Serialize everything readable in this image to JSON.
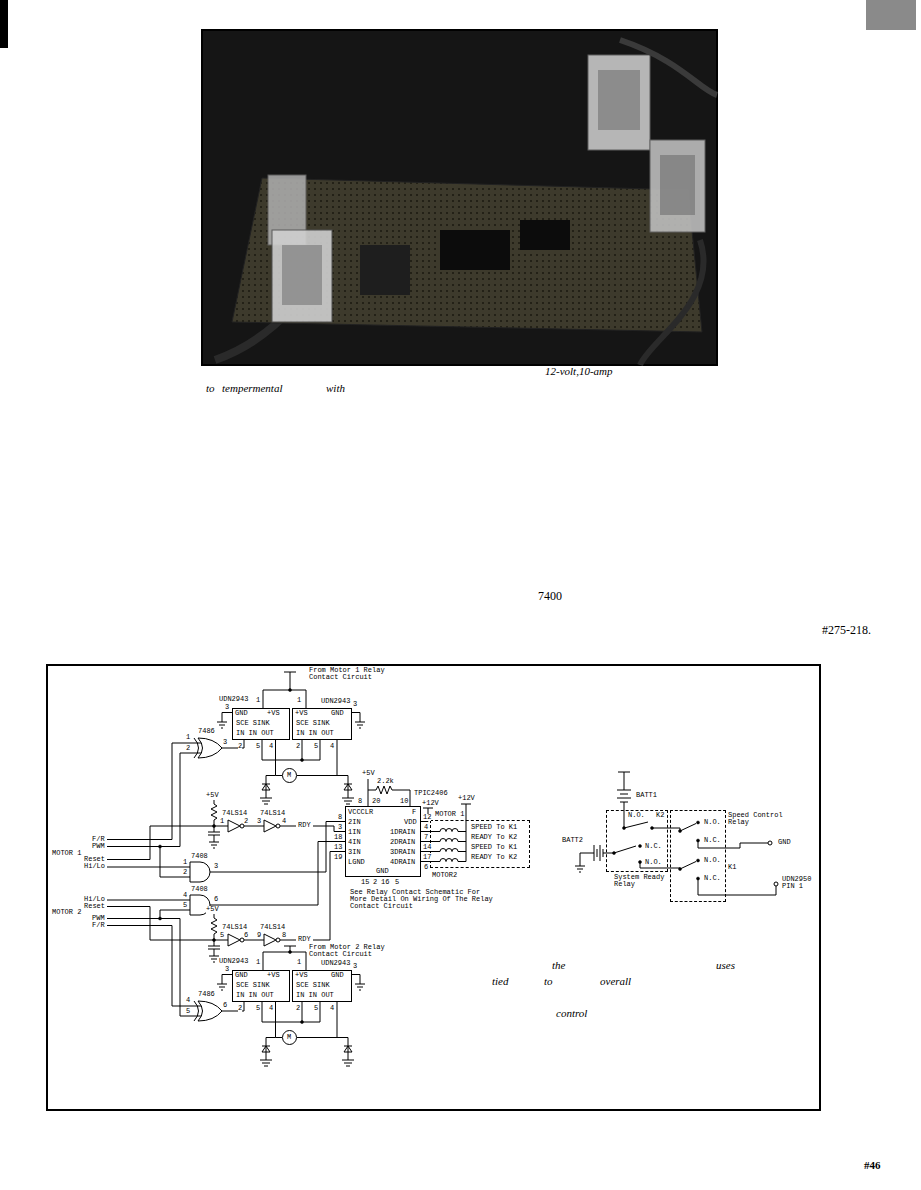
{
  "diagram": {
    "nodes": [
      {
        "text": [
          "UDN2943",
          "GND",
          "+VS",
          "SCE SINK",
          "IN IN OUT"
        ]
      },
      {
        "text": [
          "UDN2943",
          "+VS",
          "GND",
          "SCE SINK",
          "IN IN OUT"
        ]
      },
      {
        "text": [
          "M"
        ]
      },
      {
        "text": [
          "TPIC2406",
          "VCCCLR",
          "F",
          "2IN",
          "VDD",
          "1IN",
          "1DRAIN",
          "4IN",
          "2DRAIN",
          "3IN",
          "3DRAIN",
          "LGND",
          "4DRAIN",
          "GND"
        ]
      },
      {
        "text": [
          "MOTOR 1",
          "SPEED To K1",
          "READY To K2",
          "SPEED To K1",
          "READY To K2"
        ]
      },
      {
        "text": [
          "K2",
          "N.O.",
          "N.C.",
          "N.O.",
          "System Ready Relay"
        ]
      },
      {
        "text": [
          "Speed Control Relay",
          "K1",
          "N.O.",
          "N.C.",
          "N.O.",
          "N.C."
        ]
      },
      {
        "text": [
          "UDN2943",
          "GND",
          "+VS",
          "SCE SINK",
          "IN IN OUT"
        ]
      },
      {
        "text": [
          "UDN2943",
          "+VS",
          "GND",
          "SCE SINK",
          "IN IN OUT"
        ]
      },
      {
        "text": [
          "M"
        ]
      }
    ],
    "edges": [
      {
        "from": 0,
        "to": 2,
        "arrow": "none"
      },
      {
        "from": 1,
        "to": 2,
        "arrow": "none"
      },
      {
        "from": 7,
        "to": 9,
        "arrow": "none"
      },
      {
        "from": 8,
        "to": 9,
        "arrow": "none"
      }
    ],
    "labels": [
      "12-volt,10-amp",
      "to",
      "tempermental",
      "with",
      "7400",
      "#275-218.",
      "#46",
      "From Motor 1 Relay Contact Circuit",
      "1",
      "1",
      "3",
      "3",
      "2",
      "5",
      "4",
      "2",
      "5",
      "4",
      "7486",
      "1",
      "2",
      "3",
      "+5V",
      "74LS14",
      "74LS14",
      "1",
      "2",
      "3",
      "4",
      "RDY",
      "F/R",
      "PWM",
      "MOTOR 1",
      "Reset",
      "Hi/Lo",
      "7408",
      "1",
      "2",
      "3",
      "7408",
      "4",
      "5",
      "6",
      "Hi/Lo",
      "Reset",
      "MOTOR 2",
      "PWM",
      "F/R",
      "+5V",
      "74LS14",
      "74LS14",
      "5",
      "6",
      "9",
      "8",
      "RDY",
      "From Motor 2 Relay Contact Circuit",
      "1",
      "1",
      "3",
      "3",
      "2",
      "5",
      "4",
      "2",
      "5",
      "4",
      "7486",
      "4",
      "5",
      "6",
      "+5V",
      "2.2k",
      "8",
      "20",
      "10",
      "+12V",
      "+12V",
      "8",
      "3",
      "18",
      "13",
      "19",
      "12",
      "4",
      "7",
      "14",
      "17",
      "6",
      "15",
      "2",
      "16",
      "5",
      "MOTOR2",
      "See Relay Contact Schematic For More Detail On Wiring Of The Relay Contact Circuit",
      "BATT1",
      "BATT2",
      "GND",
      "UDN2950 PIN 1",
      "the",
      "uses",
      "tied",
      "to",
      "overall",
      "control"
    ]
  }
}
